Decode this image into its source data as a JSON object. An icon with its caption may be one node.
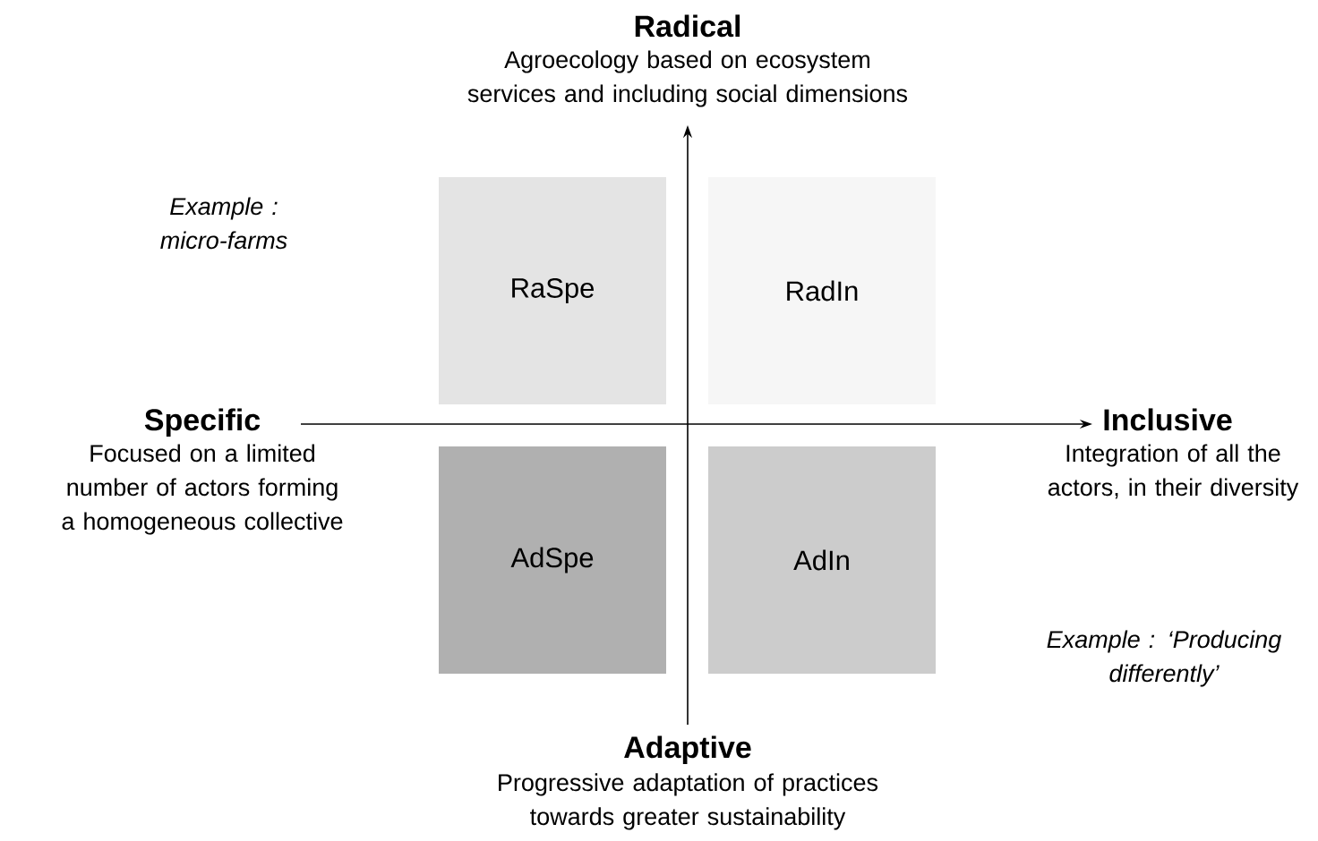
{
  "diagram": {
    "nodes": [
      {
        "text": [
          "RaSpe"
        ]
      },
      {
        "text": [
          "RadIn"
        ]
      },
      {
        "text": [
          "AdSpe"
        ]
      },
      {
        "text": [
          "AdIn"
        ]
      }
    ],
    "labels": [
      "Radical",
      "Agroecology based on ecosystem services and including social dimensions",
      "Example : micro-farms",
      "Specific",
      "Focused on a limited number of actors forming a homogeneous collective",
      "Inclusive",
      "Integration of all the actors, in their diversity",
      "Example : ‘Producing differently’",
      "Adaptive",
      "Progressive adaptation of practices towards greater sustainability"
    ]
  }
}
